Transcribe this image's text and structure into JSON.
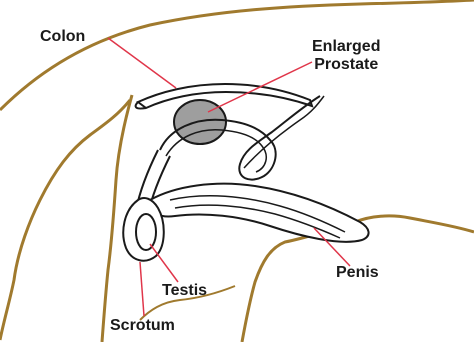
{
  "labels": {
    "colon": "Colon",
    "prostate_line1": "Enlarged",
    "prostate_line2": "Prostate",
    "penis": "Penis",
    "testis": "Testis",
    "scrotum": "Scrotum"
  },
  "colors": {
    "outline": "#a07a2e",
    "anatomy": "#1a1a1a",
    "prostate_fill": "#9e9e9e",
    "organ_fill": "#ffffff",
    "leader": "#e0364a"
  }
}
